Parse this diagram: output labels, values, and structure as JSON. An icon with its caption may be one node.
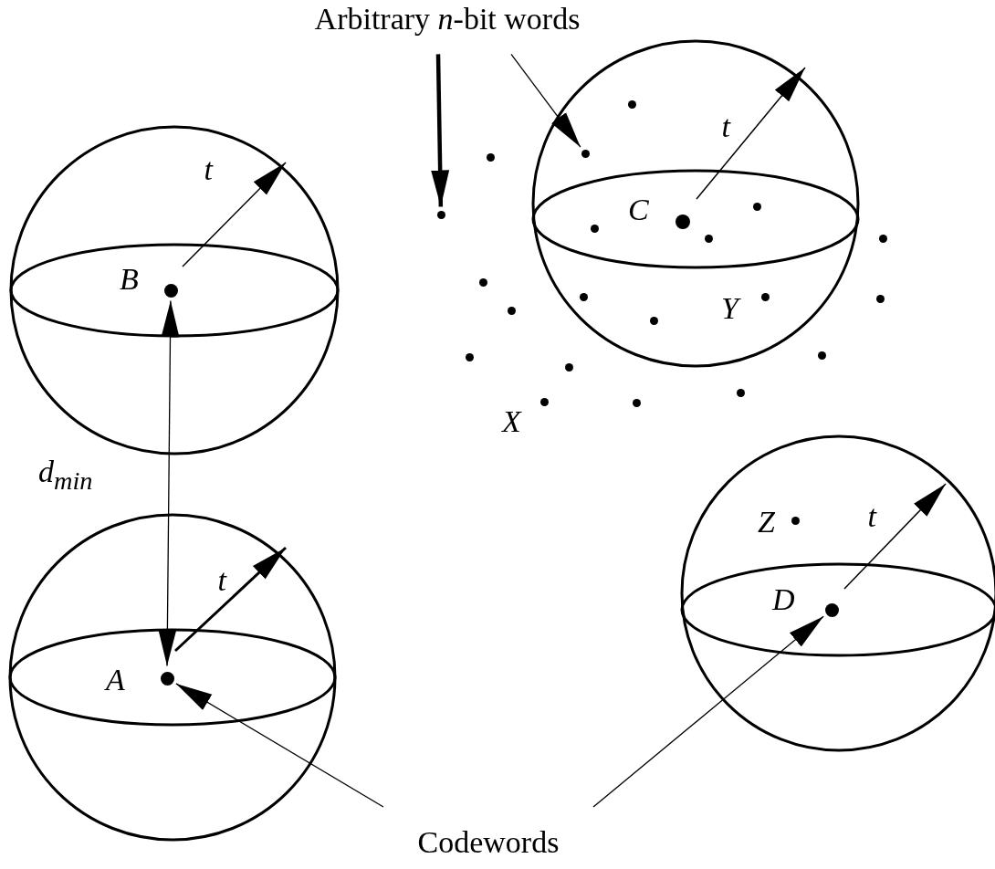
{
  "diagram": {
    "nodes": [
      {
        "text": [
          "Arbitrary *n*-bit words"
        ]
      },
      {
        "text": [],
        "shape": "sphere"
      },
      {
        "text": [],
        "shape": "circle",
        "in": 1,
        "beside": [
          "B"
        ]
      },
      {
        "text": [],
        "shape": "sphere"
      },
      {
        "text": [],
        "shape": "circle",
        "in": 3
      },
      {
        "text": [],
        "shape": "circle",
        "in": 3
      },
      {
        "text": [],
        "shape": "circle",
        "in": 3
      },
      {
        "text": [],
        "shape": "circle",
        "in": 3,
        "beside": [
          "C"
        ]
      },
      {
        "text": [],
        "shape": "circle",
        "in": 3
      },
      {
        "text": [],
        "shape": "circle",
        "in": 3
      },
      {
        "text": [],
        "shape": "circle",
        "in": 3
      },
      {
        "text": [],
        "shape": "circle",
        "in": 3,
        "beside": [
          "Y"
        ]
      },
      {
        "text": [],
        "shape": "circle",
        "in": 3
      },
      {
        "text": [],
        "shape": "circle"
      },
      {
        "text": [],
        "shape": "circle"
      },
      {
        "text": [],
        "shape": "circle"
      },
      {
        "text": [],
        "shape": "circle"
      },
      {
        "text": [],
        "shape": "circle"
      },
      {
        "text": [],
        "shape": "circle"
      },
      {
        "text": [],
        "shape": "circle"
      },
      {
        "text": [],
        "shape": "circle"
      },
      {
        "text": [],
        "shape": "circle"
      },
      {
        "text": [],
        "shape": "circle"
      },
      {
        "text": [],
        "shape": "circle",
        "beside": [
          "X"
        ]
      },
      {
        "text": [],
        "shape": "circle"
      },
      {
        "text": [],
        "shape": "sphere"
      },
      {
        "text": [],
        "shape": "circle",
        "in": 25,
        "beside": [
          "Z"
        ]
      },
      {
        "text": [],
        "shape": "circle",
        "in": 25,
        "beside": [
          "D"
        ]
      },
      {
        "text": [],
        "shape": "sphere"
      },
      {
        "text": [],
        "shape": "circle",
        "in": 28,
        "beside": [
          "A"
        ]
      },
      {
        "text": [
          "Codewords"
        ]
      }
    ],
    "edges": [
      {
        "from": 0,
        "to": 14,
        "arrow": "to",
        "style": "thick"
      },
      {
        "from": 0,
        "to": 5,
        "arrow": "to"
      },
      {
        "from": 30,
        "to": 29,
        "arrow": "to"
      },
      {
        "from": 30,
        "to": 27,
        "arrow": "to"
      },
      {
        "from": 29,
        "to": 2,
        "arrow": "both",
        "label": "d$_{min}$"
      }
    ],
    "labels": [
      "t",
      "t",
      "t",
      "t"
    ]
  }
}
